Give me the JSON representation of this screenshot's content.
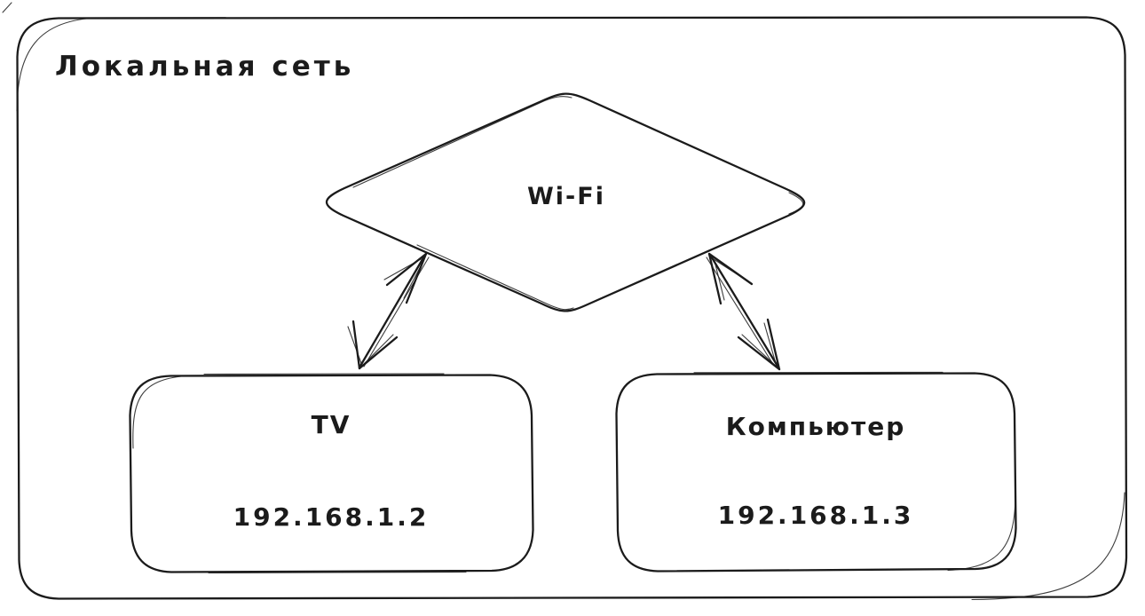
{
  "diagram": {
    "title": "Локальная сеть",
    "colors": {
      "stroke": "#1b1b1b",
      "background": "#ffffff"
    },
    "nodes": [
      {
        "id": "wifi",
        "shape": "diamond",
        "label": "Wi-Fi"
      },
      {
        "id": "tv",
        "shape": "rounded-rectangle",
        "label": "TV",
        "ip": "192.168.1.2"
      },
      {
        "id": "computer",
        "shape": "rounded-rectangle",
        "label": "Компьютер",
        "ip": "192.168.1.3"
      }
    ],
    "edges": [
      {
        "from": "wifi",
        "to": "tv",
        "type": "bidirectional-arrow"
      },
      {
        "from": "wifi",
        "to": "computer",
        "type": "bidirectional-arrow"
      }
    ]
  }
}
